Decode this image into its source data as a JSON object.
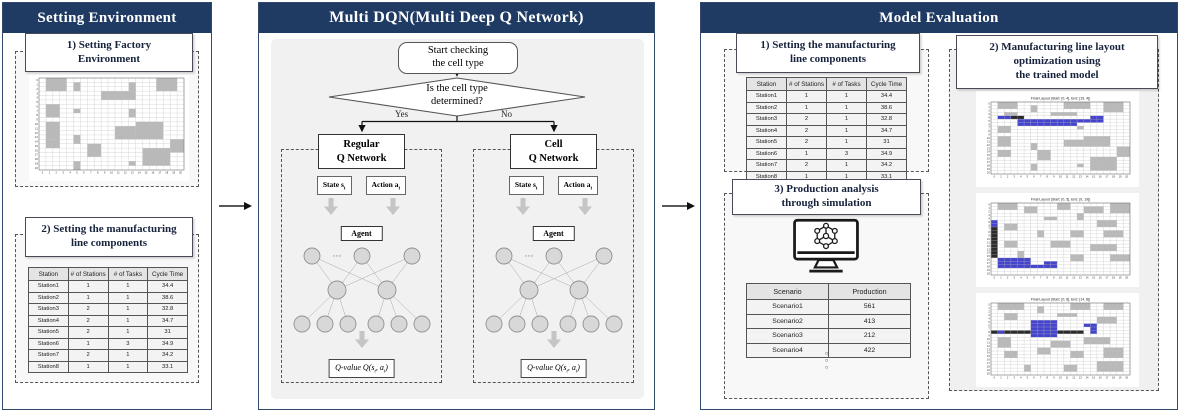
{
  "colors": {
    "header_bg": "#1f3a63",
    "header_text": "#ffffff",
    "panel_border": "#33496b",
    "content_bg": "#f1f1f1",
    "grid_gray": "#b9b9b9",
    "grid_blue": "#4444cc",
    "grid_black": "#2b2b2b"
  },
  "panel1": {
    "title": "Setting Environment",
    "section1_title": "1) Setting Factory\nEnvironment",
    "section2_title": "2) Setting the manufacturing\nline components"
  },
  "panel2": {
    "title": "Multi DQN(Multi Deep Q Network)",
    "start_label": "Start checking\nthe cell type",
    "decision_label": "Is the cell type\ndetermined?",
    "yes_label": "Yes",
    "no_label": "No",
    "branches": [
      {
        "name": "Regular\nQ Network"
      },
      {
        "name": "Cell\nQ Network"
      }
    ],
    "labels": {
      "state": "State s",
      "action": "Action a",
      "sub_t": "t",
      "agent": "Agent",
      "qvalue_pre": "Q-value Q(s",
      "qvalue_mid": ", a",
      "qvalue_post": ")"
    }
  },
  "panel3": {
    "title": "Model Evaluation",
    "section1_title": "1) Setting the manufacturing\nline components",
    "section2_title": "2) Manufacturing line layout\noptimization using\nthe trained model",
    "section3_title": "3) Production analysis\nthrough simulation",
    "ellipsis": "○\n○\n○"
  },
  "station_table": {
    "headers": [
      "Station",
      "# of Stations",
      "# of Tasks",
      "Cycle Time"
    ],
    "rows": [
      [
        "Station1",
        "1",
        "1",
        "34.4"
      ],
      [
        "Station2",
        "1",
        "1",
        "38.6"
      ],
      [
        "Station3",
        "2",
        "1",
        "32.8"
      ],
      [
        "Station4",
        "2",
        "1",
        "34.7"
      ],
      [
        "Station5",
        "2",
        "1",
        "31"
      ],
      [
        "Station6",
        "1",
        "3",
        "34.9"
      ],
      [
        "Station7",
        "2",
        "1",
        "34.2"
      ],
      [
        "Station8",
        "1",
        "1",
        "33.1"
      ]
    ]
  },
  "scenario_table": {
    "headers": [
      "Scenario",
      "Production"
    ],
    "rows": [
      [
        "Scenario1",
        "561"
      ],
      [
        "Scenario2",
        "413"
      ],
      [
        "Scenario3",
        "212"
      ],
      [
        "Scenario4",
        "422"
      ]
    ]
  },
  "factory_grid": {
    "size": 21,
    "gray": [
      [
        1,
        0,
        3,
        3
      ],
      [
        5,
        1,
        1,
        2
      ],
      [
        13,
        1,
        1,
        2
      ],
      [
        17,
        0,
        3,
        3
      ],
      [
        9,
        3,
        5,
        2
      ],
      [
        1,
        6,
        2,
        3
      ],
      [
        5,
        7,
        1,
        1
      ],
      [
        13,
        7,
        1,
        2
      ],
      [
        1,
        10,
        2,
        4
      ],
      [
        14,
        10,
        4,
        4
      ],
      [
        11,
        11,
        3,
        3
      ],
      [
        5,
        13,
        1,
        2
      ],
      [
        1,
        14,
        2,
        2
      ],
      [
        7,
        15,
        2,
        3
      ],
      [
        19,
        14,
        2,
        3
      ],
      [
        15,
        16,
        4,
        4
      ],
      [
        5,
        19,
        1,
        2
      ],
      [
        13,
        19,
        1,
        1
      ]
    ]
  },
  "layout_images": [
    {
      "title": "Final Layout (Start: [0, 4], End: [15, 4])",
      "size": 21,
      "gray": [
        [
          1,
          0,
          3,
          2
        ],
        [
          6,
          1,
          1,
          2
        ],
        [
          11,
          0,
          4,
          2
        ],
        [
          17,
          0,
          3,
          3
        ],
        [
          2,
          3,
          2,
          1
        ],
        [
          9,
          3,
          4,
          1
        ],
        [
          1,
          7,
          2,
          2
        ],
        [
          6,
          6,
          1,
          1
        ],
        [
          13,
          7,
          1,
          1
        ],
        [
          1,
          10,
          2,
          3
        ],
        [
          14,
          10,
          4,
          3
        ],
        [
          11,
          11,
          3,
          2
        ],
        [
          6,
          12,
          1,
          2
        ],
        [
          1,
          14,
          2,
          2
        ],
        [
          7,
          14,
          2,
          3
        ],
        [
          19,
          13,
          2,
          3
        ],
        [
          15,
          16,
          4,
          4
        ],
        [
          6,
          18,
          1,
          2
        ],
        [
          13,
          18,
          1,
          1
        ]
      ],
      "black": [
        [
          3,
          4,
          2,
          1
        ]
      ],
      "blue": [
        [
          1,
          4,
          2,
          1
        ],
        [
          4,
          5,
          9,
          2
        ],
        [
          13,
          5,
          3,
          1
        ],
        [
          15,
          4,
          2,
          2
        ]
      ]
    },
    {
      "title": "Final Layout (Start: [0, 5], End: [9, 19])",
      "size": 21,
      "gray": [
        [
          1,
          0,
          3,
          2
        ],
        [
          5,
          1,
          2,
          2
        ],
        [
          10,
          0,
          2,
          2
        ],
        [
          14,
          1,
          3,
          2
        ],
        [
          18,
          0,
          3,
          3
        ],
        [
          8,
          4,
          2,
          1
        ],
        [
          13,
          3,
          1,
          2
        ],
        [
          2,
          6,
          2,
          2
        ],
        [
          16,
          5,
          3,
          2
        ],
        [
          7,
          8,
          1,
          2
        ],
        [
          12,
          8,
          2,
          2
        ],
        [
          17,
          8,
          3,
          2
        ],
        [
          2,
          11,
          2,
          2
        ],
        [
          9,
          11,
          3,
          2
        ],
        [
          15,
          12,
          4,
          2
        ],
        [
          18,
          15,
          3,
          2
        ],
        [
          4,
          14,
          1,
          2
        ],
        [
          12,
          15,
          2,
          2
        ]
      ],
      "black": [
        [
          0,
          7,
          1,
          9
        ]
      ],
      "blue": [
        [
          0,
          5,
          1,
          2
        ],
        [
          1,
          16,
          5,
          3
        ],
        [
          6,
          18,
          2,
          1
        ],
        [
          8,
          17,
          2,
          2
        ]
      ]
    },
    {
      "title": "Final Layout (Start: [0, 8], End: [14, 8])",
      "size": 21,
      "gray": [
        [
          1,
          0,
          4,
          2
        ],
        [
          7,
          1,
          1,
          2
        ],
        [
          12,
          0,
          3,
          2
        ],
        [
          17,
          0,
          3,
          2
        ],
        [
          2,
          3,
          2,
          2
        ],
        [
          10,
          3,
          3,
          1
        ],
        [
          16,
          4,
          3,
          2
        ],
        [
          1,
          10,
          2,
          3
        ],
        [
          9,
          11,
          3,
          2
        ],
        [
          14,
          10,
          4,
          2
        ],
        [
          2,
          14,
          2,
          2
        ],
        [
          7,
          13,
          2,
          2
        ],
        [
          12,
          14,
          2,
          2
        ],
        [
          17,
          13,
          3,
          3
        ],
        [
          5,
          18,
          1,
          2
        ],
        [
          11,
          18,
          2,
          2
        ],
        [
          16,
          17,
          4,
          3
        ]
      ],
      "black": [
        [
          0,
          8,
          6,
          1
        ],
        [
          10,
          8,
          4,
          1
        ]
      ],
      "blue": [
        [
          1,
          8,
          1,
          1
        ],
        [
          6,
          5,
          4,
          5
        ],
        [
          14,
          6,
          2,
          1
        ],
        [
          15,
          6,
          1,
          3
        ]
      ]
    }
  ]
}
